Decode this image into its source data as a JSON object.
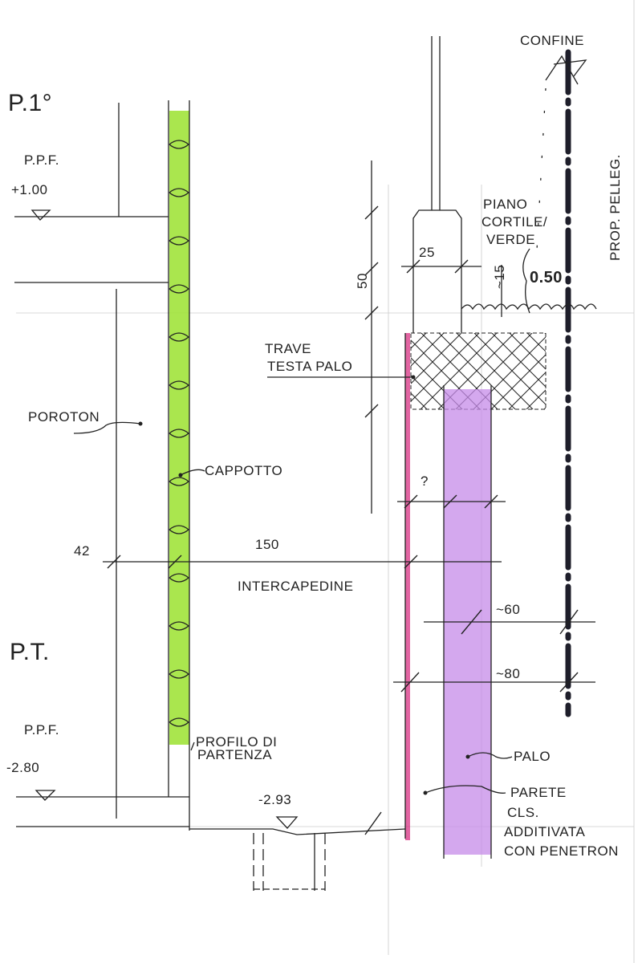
{
  "title_labels": {
    "confine": "CONFINE",
    "floor_1": "P.1°",
    "floor_ground": "P.T.",
    "prop_neighbor": "PROP. PELLEG."
  },
  "levels": {
    "ppf_upper_label": "P.P.F.",
    "ppf_upper_value": "+1.00",
    "ppf_lower_label": "P.P.F.",
    "ppf_lower_value": "-2.80",
    "bottom_value": "-2.93",
    "courtyard_value": "0.50"
  },
  "annotations": {
    "poroton": "POROTON",
    "cappotto": "CAPPOTTO",
    "intercapedine": "INTERCAPEDINE",
    "profilo_1": "PROFILO DI",
    "profilo_2": "PARTENZA",
    "trave_1": "TRAVE",
    "trave_2": "TESTA PALO",
    "piano_1": "PIANO",
    "piano_2": "CORTILE/",
    "piano_3": "VERDE",
    "question": "?",
    "palo": "PALO",
    "parete_1": "PARETE",
    "parete_2": "CLS.",
    "parete_3": "ADDITIVATA",
    "parete_4": "CON PENETRON"
  },
  "dimensions": {
    "d42": "42",
    "d150": "150",
    "d25": "25",
    "d50": "50",
    "d15": "~15",
    "d60": "~60",
    "d80": "~80"
  },
  "colors": {
    "insulation": "#9be22f",
    "pile": "#c58be8",
    "wall_pink": "#d6247a",
    "boundary": "#1e1e2a"
  }
}
